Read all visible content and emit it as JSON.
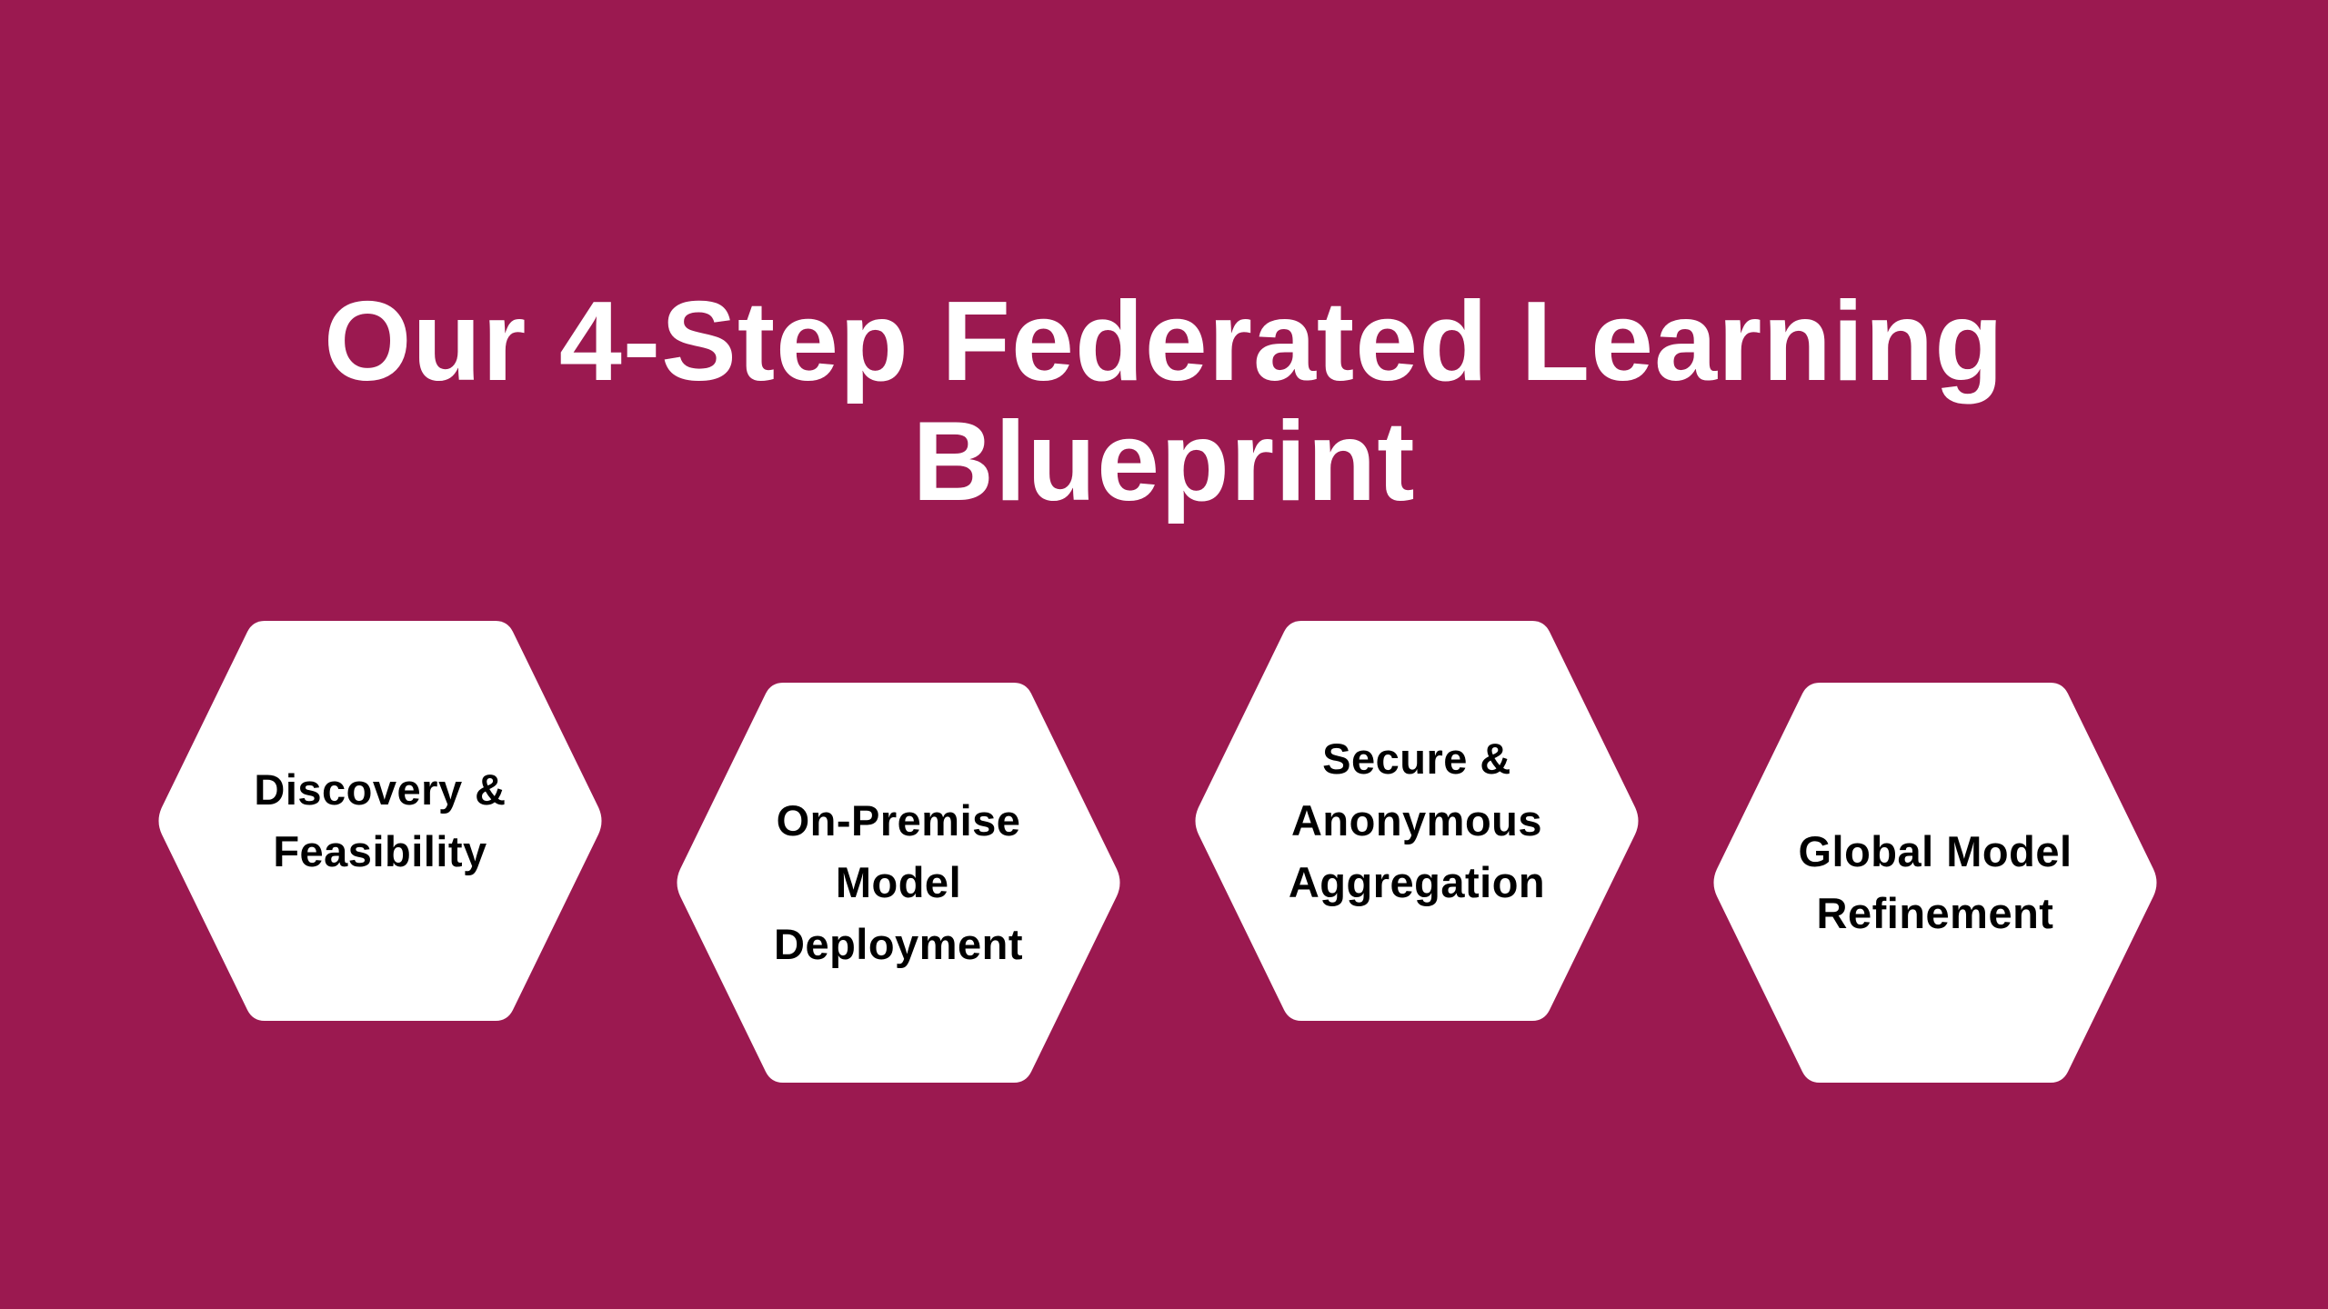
{
  "colors": {
    "background": "#9B1950",
    "title_text": "#FFFFFF",
    "hexagon_fill": "#FFFFFF",
    "hexagon_text": "#000000"
  },
  "title": {
    "line1": "Our 4-Step Federated Learning",
    "line2": "Blueprint"
  },
  "steps": [
    {
      "lines": [
        "Discovery &",
        "Feasibility"
      ]
    },
    {
      "lines": [
        "On-Premise",
        "Model",
        "Deployment"
      ]
    },
    {
      "lines": [
        "Secure &",
        "Anonymous",
        "Aggregation"
      ]
    },
    {
      "lines": [
        "Global Model",
        "Refinement"
      ]
    }
  ]
}
